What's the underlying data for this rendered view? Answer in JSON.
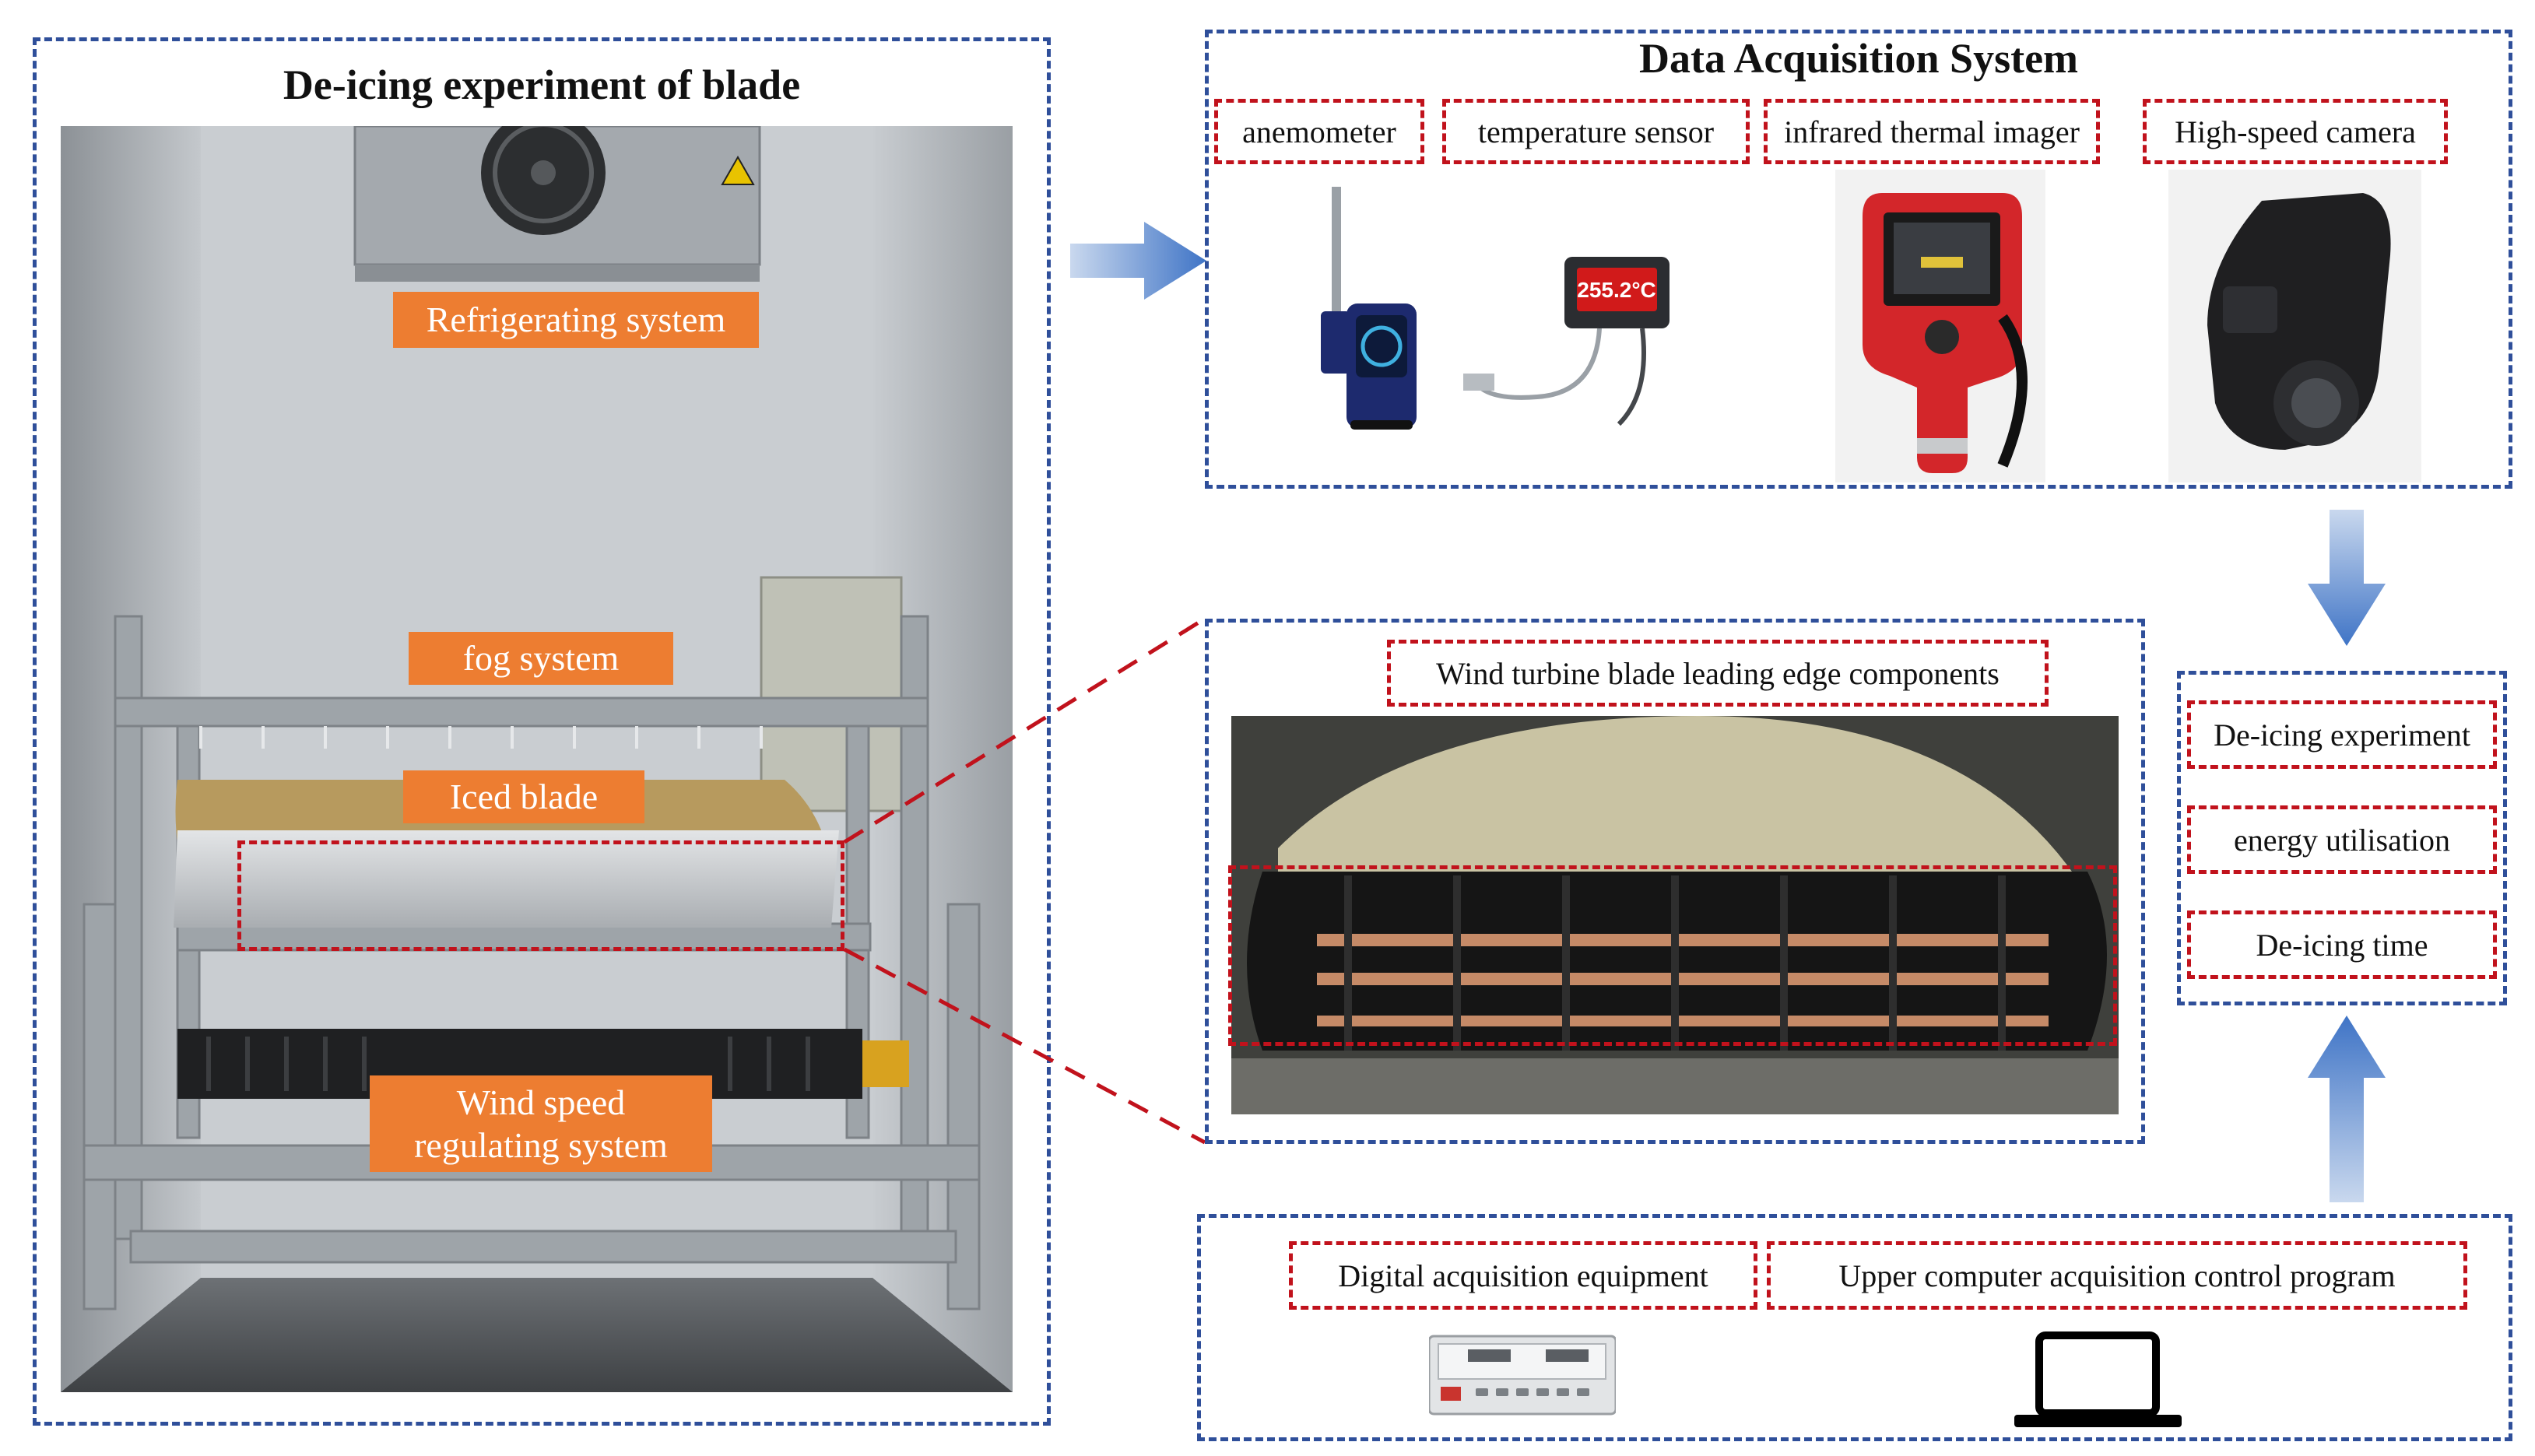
{
  "left_panel": {
    "title": "De-icing experiment of blade",
    "labels": {
      "refrigerating": "Refrigerating system",
      "fog": "fog system",
      "iced_blade": "Iced blade",
      "wind_speed": "Wind speed regulating system"
    }
  },
  "daq_panel": {
    "title": "Data Acquisition System",
    "items": [
      "anemometer",
      "temperature sensor",
      "infrared thermal imager",
      "High-speed camera"
    ],
    "temp_display": "255.2°C"
  },
  "blade_panel": {
    "label": "Wind turbine blade leading edge components"
  },
  "results_panel": {
    "items": [
      "De-icing experiment",
      "energy utilisation",
      "De-icing time"
    ]
  },
  "bottom_panel": {
    "items": [
      "Digital acquisition equipment",
      "Upper computer acquisition control program"
    ]
  },
  "colors": {
    "blue_dash": "#2f4f9a",
    "red_dash": "#c1121c",
    "orange_label": "#ed7d31",
    "arrow": "#5b8bd0"
  }
}
